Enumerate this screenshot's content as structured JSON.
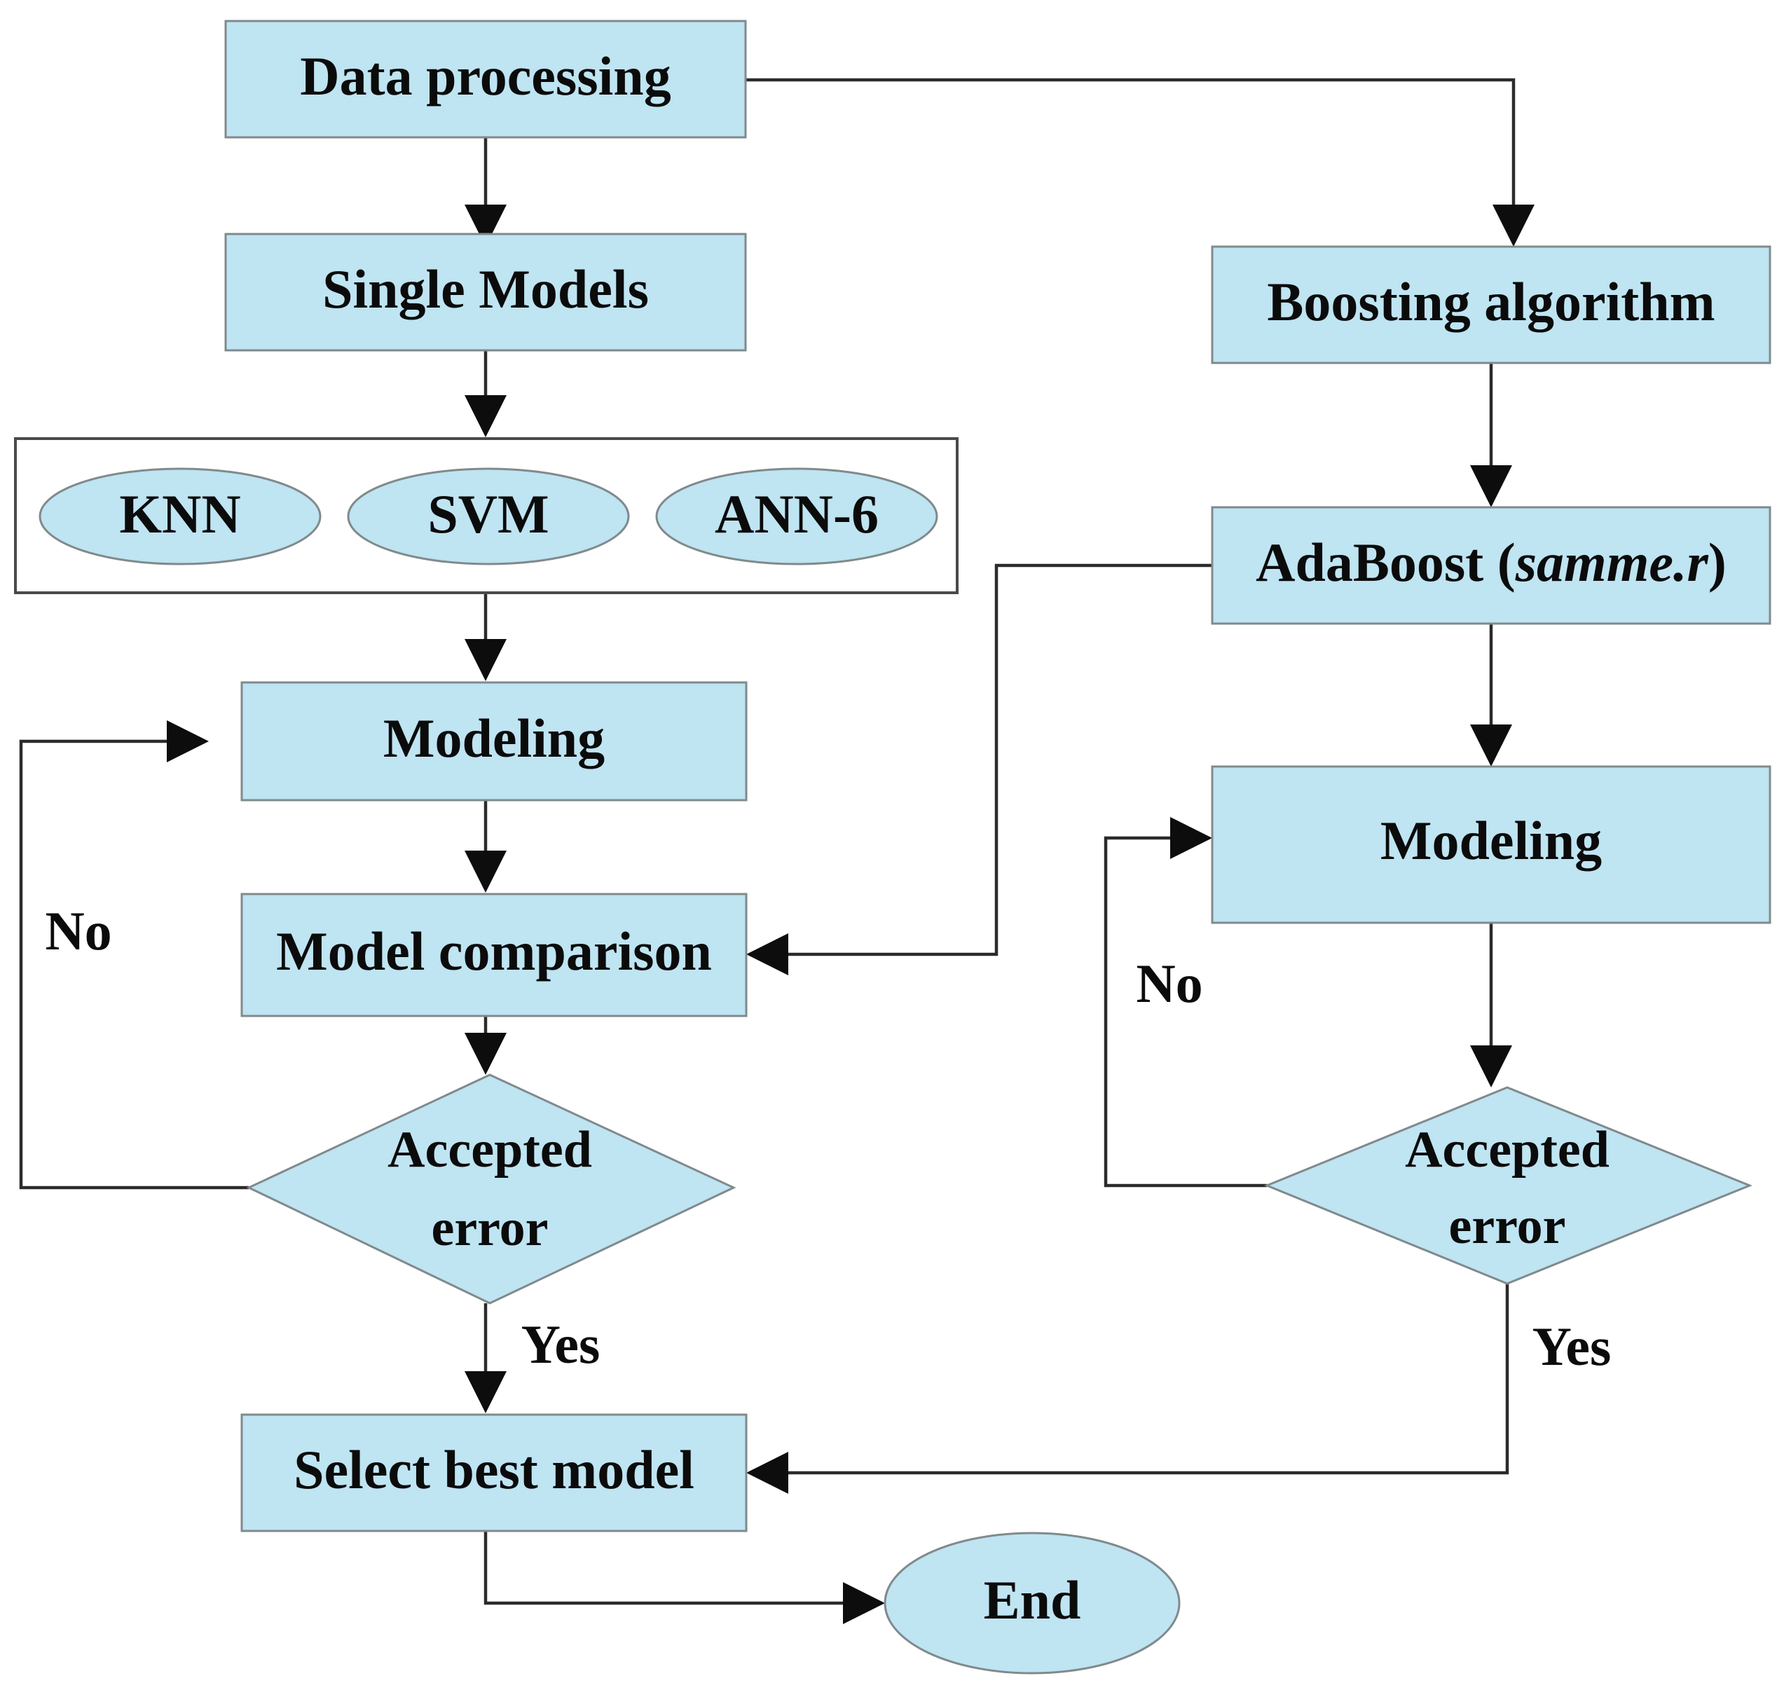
{
  "diagram": {
    "title": "Machine learning modeling workflow flowchart",
    "type": "flowchart",
    "colors": {
      "node_fill": "#bfe4f2",
      "node_stroke": "#808a8c",
      "connector": "#2b2b2b",
      "group_frame": "#4a4a4a",
      "background": "#ffffff",
      "text": "#0b0b0b"
    },
    "nodes": {
      "data_processing": {
        "label": "Data processing",
        "shape": "rectangle"
      },
      "single_models": {
        "label": "Single Models",
        "shape": "rectangle"
      },
      "knn": {
        "label": "KNN",
        "shape": "ellipse"
      },
      "svm": {
        "label": "SVM",
        "shape": "ellipse"
      },
      "ann6": {
        "label": "ANN-6",
        "shape": "ellipse"
      },
      "modeling_left": {
        "label": "Modeling",
        "shape": "rectangle"
      },
      "model_comparison": {
        "label": "Model comparison",
        "shape": "rectangle"
      },
      "accepted_error_left": {
        "label_line1": "Accepted",
        "label_line2": "error",
        "shape": "diamond"
      },
      "select_best_model": {
        "label": "Select best model",
        "shape": "rectangle"
      },
      "end": {
        "label": "End",
        "shape": "ellipse"
      },
      "boosting_algorithm": {
        "label": "Boosting algorithm",
        "shape": "rectangle"
      },
      "adaboost": {
        "label_prefix": "AdaBoost (",
        "label_italic": "samme.r",
        "label_suffix": ")",
        "shape": "rectangle"
      },
      "modeling_right": {
        "label": "Modeling",
        "shape": "rectangle"
      },
      "accepted_error_right": {
        "label_line1": "Accepted",
        "label_line2": "error",
        "shape": "diamond"
      }
    },
    "edge_labels": {
      "no_left": "No",
      "yes_left": "Yes",
      "no_right": "No",
      "yes_right": "Yes"
    }
  }
}
